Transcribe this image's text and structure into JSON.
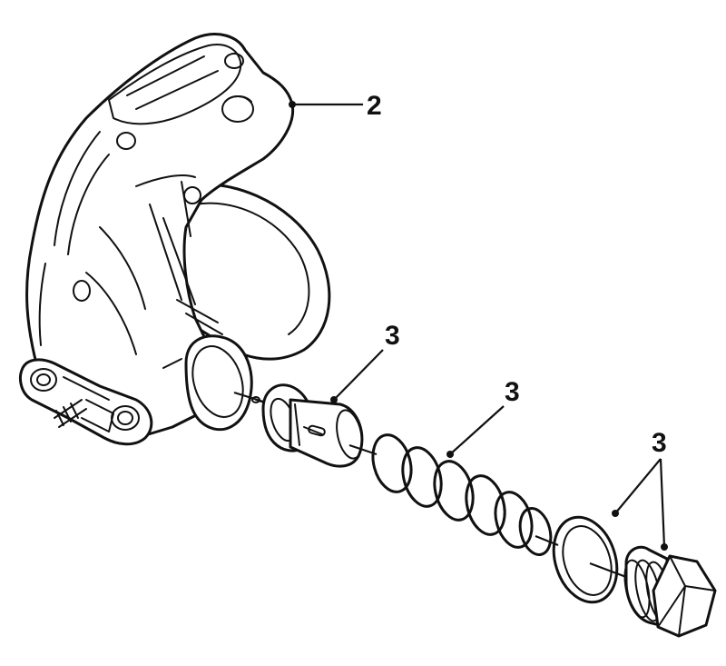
{
  "callouts": {
    "housing": "2",
    "thermostat": "3",
    "spring": "3",
    "seal_and_plug": "3"
  }
}
